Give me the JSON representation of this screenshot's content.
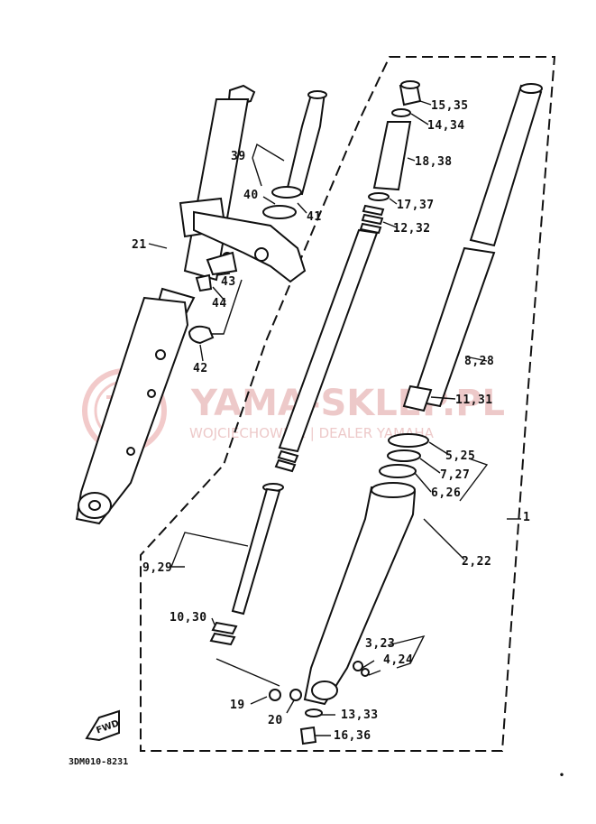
{
  "diagram": {
    "part_labels": [
      "15,35",
      "14,34",
      "18,38",
      "17,37",
      "12,32",
      "8,28",
      "11,31",
      "5,25",
      "7,27",
      "6,26",
      "1",
      "2,22",
      "3,23",
      "4,24",
      "13,33",
      "16,36",
      "9,29",
      "10,30",
      "19",
      "20",
      "39",
      "40",
      "41",
      "21",
      "43",
      "44",
      "42"
    ],
    "drawing_code": "3DM010-8231",
    "fwd_label": "FWD",
    "footer_mark": "•",
    "watermark": {
      "title": "YAMA-SKLEP.PL",
      "subtitle": "WOJCIECHOWICZ | DEALER YAMAHA"
    }
  }
}
